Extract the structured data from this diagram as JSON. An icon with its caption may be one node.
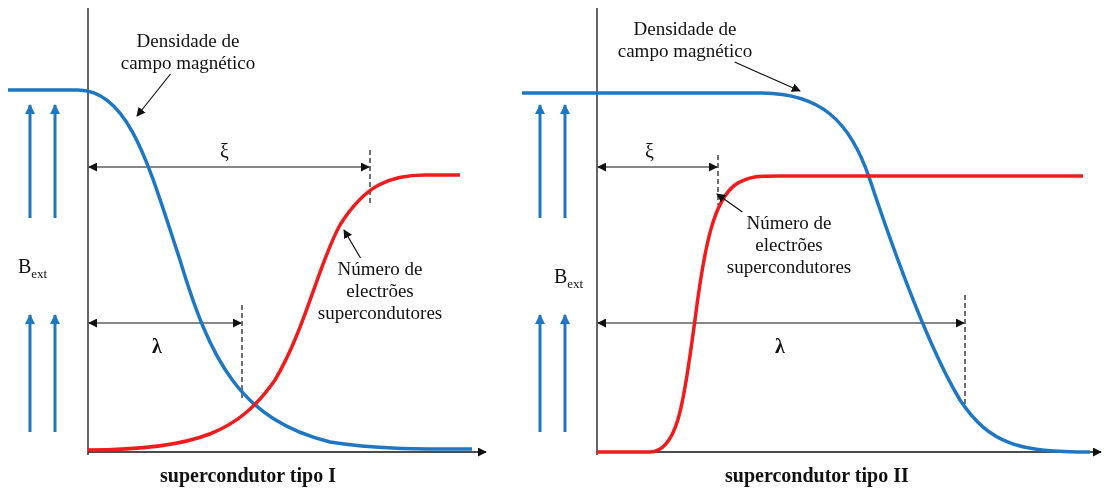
{
  "diagram": {
    "nodes": [
      {
        "text": [
          "Densidade de campo magnético"
        ]
      },
      {
        "text": [
          "Número de electrões supercondutores"
        ]
      },
      {
        "text": [
          "Densidade de campo magnético"
        ]
      },
      {
        "text": [
          "Número de electrões supercondutores"
        ]
      }
    ],
    "edges": [
      {
        "from": 0,
        "to": null,
        "arrow": "to"
      },
      {
        "from": 1,
        "to": null,
        "arrow": "to"
      },
      {
        "from": 2,
        "to": null,
        "arrow": "to"
      },
      {
        "from": 3,
        "to": null,
        "arrow": "to"
      }
    ],
    "labels": [
      "ξ",
      "B$_{ext}$",
      "λ",
      "supercondutor tipo I",
      "ξ",
      "B$_{ext}$",
      "λ",
      "supercondutor tipo II"
    ]
  }
}
